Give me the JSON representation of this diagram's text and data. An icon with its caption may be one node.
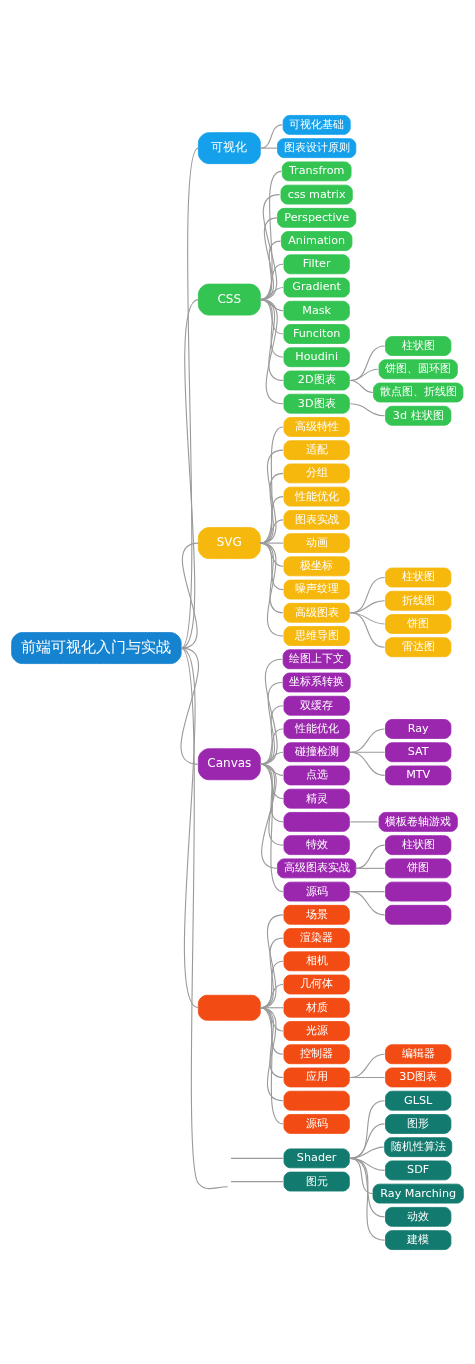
{
  "diagram": {
    "nodes": [
      {
        "text": [
          "前端可视化入门与实战"
        ]
      },
      {
        "text": [
          "可视化"
        ]
      },
      {
        "text": [
          "可视化基础"
        ]
      },
      {
        "text": [
          "图表设计原则"
        ]
      },
      {
        "text": [
          "CSS"
        ]
      },
      {
        "text": [
          "Transfrom"
        ]
      },
      {
        "text": [
          "css matrix"
        ]
      },
      {
        "text": [
          "Perspective"
        ]
      },
      {
        "text": [
          "Animation"
        ]
      },
      {
        "text": [
          "Filter"
        ]
      },
      {
        "text": [
          "Gradient"
        ]
      },
      {
        "text": [
          "Mask"
        ]
      },
      {
        "text": [
          "Funciton"
        ]
      },
      {
        "text": [
          "Houdini"
        ]
      },
      {
        "text": [
          "2D图表"
        ]
      },
      {
        "text": [
          "柱状图"
        ]
      },
      {
        "text": [
          "饼图、圆环图"
        ]
      },
      {
        "text": [
          "散点图、折线图"
        ]
      },
      {
        "text": [
          "3D图表"
        ]
      },
      {
        "text": [
          "3d 柱状图"
        ]
      },
      {
        "text": [
          "SVG"
        ]
      },
      {
        "text": [
          "高级特性"
        ]
      },
      {
        "text": [
          "适配"
        ]
      },
      {
        "text": [
          "分组"
        ]
      },
      {
        "text": [
          "性能优化"
        ]
      },
      {
        "text": [
          "图表实战"
        ]
      },
      {
        "text": [
          "动画"
        ]
      },
      {
        "text": [
          "极坐标"
        ]
      },
      {
        "text": [
          "噪声纹理"
        ]
      },
      {
        "text": [
          "高级图表"
        ]
      },
      {
        "text": [
          "柱状图"
        ]
      },
      {
        "text": [
          "折线图"
        ]
      },
      {
        "text": [
          "饼图"
        ]
      },
      {
        "text": [
          "雷达图"
        ]
      },
      {
        "text": [
          "思维导图"
        ]
      },
      {
        "text": [
          "Canvas"
        ]
      },
      {
        "text": [
          "绘图上下文"
        ]
      },
      {
        "text": [
          "坐标系转换"
        ]
      },
      {
        "text": [
          "双缓存"
        ]
      },
      {
        "text": [
          "性能优化"
        ]
      },
      {
        "text": [
          "碰撞检测"
        ]
      },
      {
        "text": [
          "Ray"
        ]
      },
      {
        "text": [
          "SAT"
        ]
      },
      {
        "text": [
          "MTV"
        ]
      },
      {
        "text": [
          "点选"
        ]
      },
      {
        "text": [
          "精灵"
        ]
      },
      {
        "text": [],
        "shape": "box"
      },
      {
        "text": [
          "横板卷轴游戏"
        ]
      },
      {
        "text": [
          "特效"
        ]
      },
      {
        "text": [
          "高级图表实战"
        ]
      },
      {
        "text": [
          "柱状图"
        ]
      },
      {
        "text": [
          "饼图"
        ]
      },
      {
        "text": [
          "源码"
        ]
      },
      {
        "text": [],
        "shape": "box"
      },
      {
        "text": [],
        "shape": "box"
      },
      {
        "text": [],
        "shape": "box"
      },
      {
        "text": [
          "场景"
        ]
      },
      {
        "text": [
          "渲染器"
        ]
      },
      {
        "text": [
          "相机"
        ]
      },
      {
        "text": [
          "几何体"
        ]
      },
      {
        "text": [
          "材质"
        ]
      },
      {
        "text": [
          "光源"
        ]
      },
      {
        "text": [
          "控制器"
        ]
      },
      {
        "text": [
          "应用"
        ]
      },
      {
        "text": [
          "编辑器"
        ]
      },
      {
        "text": [
          "3D图表"
        ]
      },
      {
        "text": [],
        "shape": "box"
      },
      {
        "text": [
          "源码"
        ]
      },
      {
        "text": [
          "Shader"
        ]
      },
      {
        "text": [
          "GLSL"
        ]
      },
      {
        "text": [
          "图形"
        ]
      },
      {
        "text": [
          "随机性算法"
        ]
      },
      {
        "text": [
          "SDF"
        ]
      },
      {
        "text": [
          "Ray Marching"
        ]
      },
      {
        "text": [
          "动效"
        ]
      },
      {
        "text": [
          "建模"
        ]
      },
      {
        "text": [
          "图元"
        ]
      }
    ],
    "edges": [
      {
        "from": 0,
        "to": 1,
        "arrow": "none"
      },
      {
        "from": 1,
        "to": 2,
        "arrow": "none"
      },
      {
        "from": 1,
        "to": 3,
        "arrow": "none"
      },
      {
        "from": 0,
        "to": 4,
        "arrow": "none"
      },
      {
        "from": 4,
        "to": 5,
        "arrow": "none"
      },
      {
        "from": 4,
        "to": 6,
        "arrow": "none"
      },
      {
        "from": 4,
        "to": 7,
        "arrow": "none"
      },
      {
        "from": 4,
        "to": 8,
        "arrow": "none"
      },
      {
        "from": 4,
        "to": 9,
        "arrow": "none"
      },
      {
        "from": 4,
        "to": 10,
        "arrow": "none"
      },
      {
        "from": 4,
        "to": 11,
        "arrow": "none"
      },
      {
        "from": 4,
        "to": 12,
        "arrow": "none"
      },
      {
        "from": 4,
        "to": 13,
        "arrow": "none"
      },
      {
        "from": 4,
        "to": 14,
        "arrow": "none"
      },
      {
        "from": 14,
        "to": 15,
        "arrow": "none"
      },
      {
        "from": 14,
        "to": 16,
        "arrow": "none"
      },
      {
        "from": 14,
        "to": 17,
        "arrow": "none"
      },
      {
        "from": 4,
        "to": 18,
        "arrow": "none"
      },
      {
        "from": 18,
        "to": 19,
        "arrow": "none"
      },
      {
        "from": 0,
        "to": 20,
        "arrow": "none"
      },
      {
        "from": 20,
        "to": 21,
        "arrow": "none"
      },
      {
        "from": 20,
        "to": 22,
        "arrow": "none"
      },
      {
        "from": 20,
        "to": 23,
        "arrow": "none"
      },
      {
        "from": 20,
        "to": 24,
        "arrow": "none"
      },
      {
        "from": 20,
        "to": 25,
        "arrow": "none"
      },
      {
        "from": 20,
        "to": 26,
        "arrow": "none"
      },
      {
        "from": 20,
        "to": 27,
        "arrow": "none"
      },
      {
        "from": 20,
        "to": 28,
        "arrow": "none"
      },
      {
        "from": 20,
        "to": 29,
        "arrow": "none"
      },
      {
        "from": 29,
        "to": 30,
        "arrow": "none"
      },
      {
        "from": 29,
        "to": 31,
        "arrow": "none"
      },
      {
        "from": 29,
        "to": 32,
        "arrow": "none"
      },
      {
        "from": 29,
        "to": 33,
        "arrow": "none"
      },
      {
        "from": 20,
        "to": 34,
        "arrow": "none"
      },
      {
        "from": 0,
        "to": 35,
        "arrow": "none"
      },
      {
        "from": 35,
        "to": 36,
        "arrow": "none"
      },
      {
        "from": 35,
        "to": 37,
        "arrow": "none"
      },
      {
        "from": 35,
        "to": 38,
        "arrow": "none"
      },
      {
        "from": 35,
        "to": 39,
        "arrow": "none"
      },
      {
        "from": 35,
        "to": 40,
        "arrow": "none"
      },
      {
        "from": 40,
        "to": 41,
        "arrow": "none"
      },
      {
        "from": 40,
        "to": 42,
        "arrow": "none"
      },
      {
        "from": 40,
        "to": 43,
        "arrow": "none"
      },
      {
        "from": 35,
        "to": 44,
        "arrow": "none"
      },
      {
        "from": 35,
        "to": 45,
        "arrow": "none"
      },
      {
        "from": 35,
        "to": 46,
        "arrow": "none"
      },
      {
        "from": 46,
        "to": 47,
        "arrow": "none"
      },
      {
        "from": 35,
        "to": 48,
        "arrow": "none"
      },
      {
        "from": 35,
        "to": 49,
        "arrow": "none"
      },
      {
        "from": 49,
        "to": 50,
        "arrow": "none"
      },
      {
        "from": 49,
        "to": 51,
        "arrow": "none"
      },
      {
        "from": 35,
        "to": 52,
        "arrow": "none"
      },
      {
        "from": 52,
        "to": 53,
        "arrow": "none"
      },
      {
        "from": 52,
        "to": 54,
        "arrow": "none"
      },
      {
        "from": 0,
        "to": 55,
        "arrow": "none"
      },
      {
        "from": 55,
        "to": 56,
        "arrow": "none"
      },
      {
        "from": 55,
        "to": 57,
        "arrow": "none"
      },
      {
        "from": 55,
        "to": 58,
        "arrow": "none"
      },
      {
        "from": 55,
        "to": 59,
        "arrow": "none"
      },
      {
        "from": 55,
        "to": 60,
        "arrow": "none"
      },
      {
        "from": 55,
        "to": 61,
        "arrow": "none"
      },
      {
        "from": 55,
        "to": 62,
        "arrow": "none"
      },
      {
        "from": 55,
        "to": 63,
        "arrow": "none"
      },
      {
        "from": 63,
        "to": 64,
        "arrow": "none"
      },
      {
        "from": 63,
        "to": 65,
        "arrow": "none"
      },
      {
        "from": 55,
        "to": 66,
        "arrow": "none"
      },
      {
        "from": 55,
        "to": 67,
        "arrow": "none"
      },
      {
        "from": 0,
        "to": null,
        "arrow": "none"
      },
      {
        "from": null,
        "to": 68,
        "arrow": "none"
      },
      {
        "from": 68,
        "to": 69,
        "arrow": "none"
      },
      {
        "from": 68,
        "to": 70,
        "arrow": "none"
      },
      {
        "from": 68,
        "to": 71,
        "arrow": "none"
      },
      {
        "from": 68,
        "to": 72,
        "arrow": "none"
      },
      {
        "from": 68,
        "to": 73,
        "arrow": "none"
      },
      {
        "from": 68,
        "to": 74,
        "arrow": "none"
      },
      {
        "from": 68,
        "to": 75,
        "arrow": "none"
      },
      {
        "from": null,
        "to": 76,
        "arrow": "none"
      }
    ]
  }
}
